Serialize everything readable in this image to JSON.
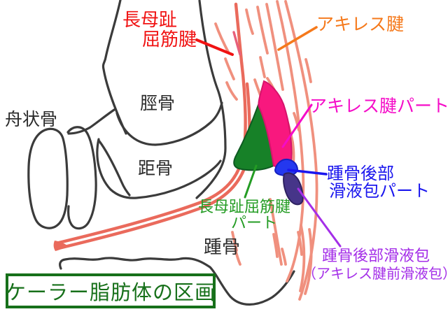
{
  "title_box": {
    "label": "ケーラー脂肪体の区画"
  },
  "labels": {
    "fhl_tendon": {
      "line1": "長母趾",
      "line2": "屈筋腱"
    },
    "achilles": {
      "text": "アキレス腱"
    },
    "achilles_part": {
      "text": "アキレス腱パート"
    },
    "bursa_part": {
      "line1": "踵骨後部",
      "line2": "滑液包パート"
    },
    "fhl_part": {
      "line1": "長母趾屈筋腱",
      "line2": "パート"
    },
    "bursa": {
      "line1": "踵骨後部滑液包",
      "line2": "（アキレス腱前滑液包）"
    },
    "bones": {
      "navicular": "舟状骨",
      "tibia": "脛骨",
      "talus": "距骨",
      "calcaneus": "踵骨"
    }
  },
  "colors": {
    "fhl_tendon_label": "#f01212",
    "achilles_label": "#f5791b",
    "achilles_part_label": "#f50cc8",
    "bursa_part_label": "#1a16ee",
    "fhl_part_label": "#249c24",
    "bursa_label": "#a42ee8",
    "bone_label": "#2b2b2b",
    "title": "#17701a",
    "achilles_part_fill": "#f8187e",
    "fhl_part_fill": "#178128",
    "bursa_part_fill": "#2438ef",
    "bursa_fill": "#463589",
    "tendon_stroke": "#ea6a5c",
    "fiber_stroke": "#f0907e",
    "bone_stroke": "#3b3b3b"
  }
}
